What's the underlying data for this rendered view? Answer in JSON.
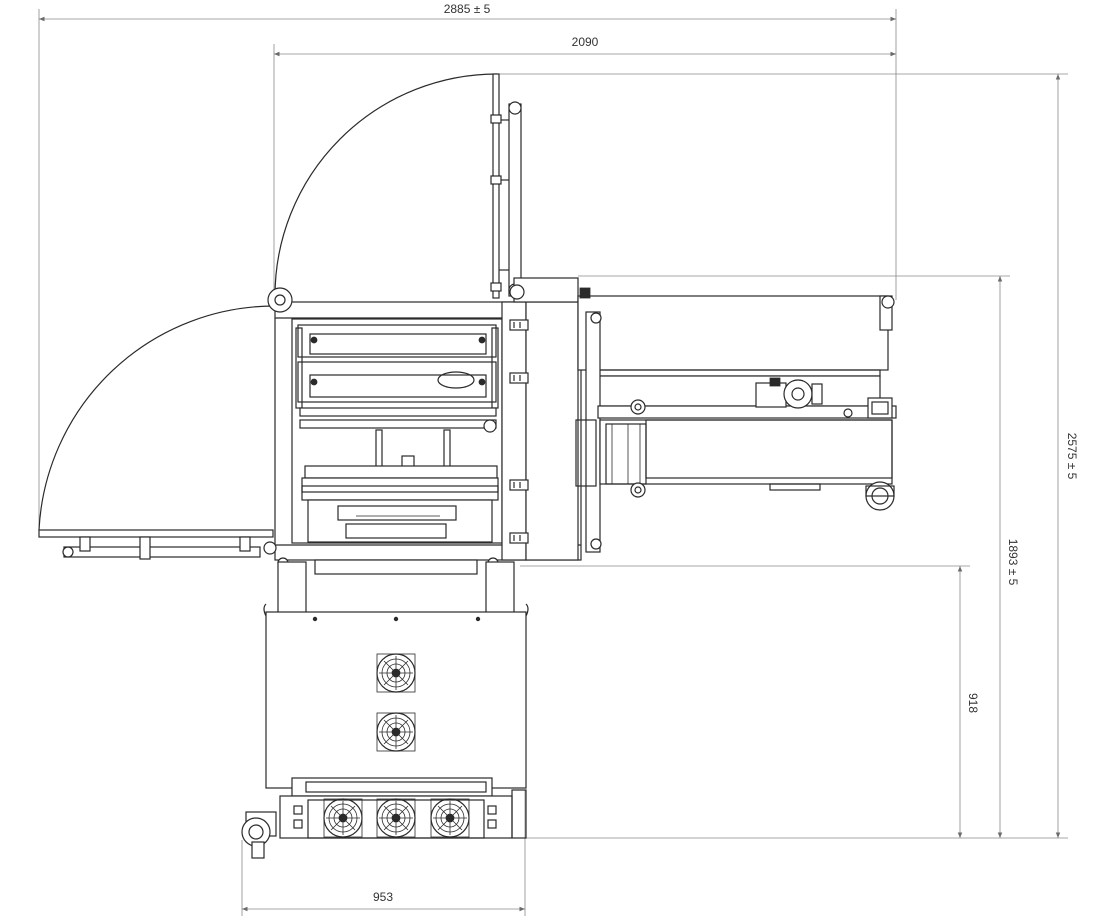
{
  "dimensions": {
    "overall_width": "2885 ± 5",
    "frame_width": "2090",
    "overall_depth": "2575 ± 5",
    "conveyor_depth": "1893 ± 5",
    "base_depth": "918",
    "base_width": "953"
  },
  "colors": {
    "line": "#2a2a2a",
    "dimension_line": "#8a8a8a",
    "background": "#ffffff"
  }
}
